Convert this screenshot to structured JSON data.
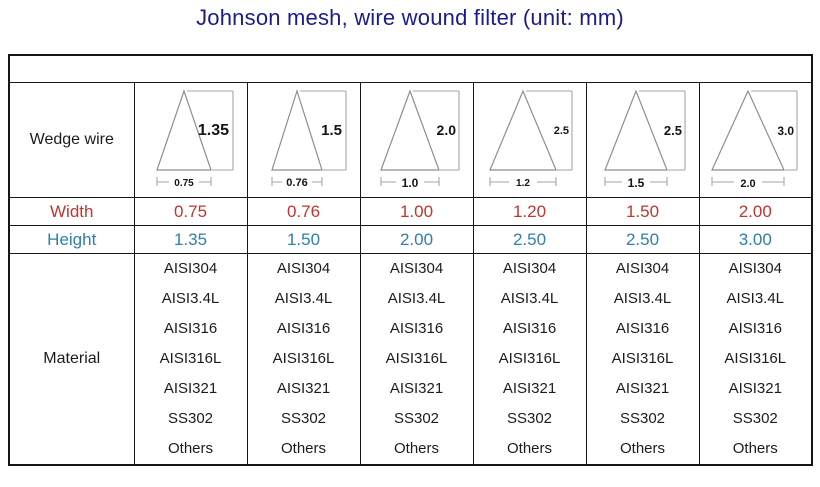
{
  "title": "Johnson mesh, wire wound filter (unit: mm)",
  "colors": {
    "title_navy": "#1b1b8e",
    "width_red": "#c1352f",
    "height_blue": "#2e7fab",
    "table_border": "#161616",
    "diagram_line_gray": "#a6a6a6"
  },
  "table": {
    "row_labels": {
      "wedge": "Wedge wire",
      "width": "Width",
      "height": "Height",
      "material": "Material"
    },
    "width_values": [
      "0.75",
      "0.76",
      "1.00",
      "1.20",
      "1.50",
      "2.00"
    ],
    "height_values": [
      "1.35",
      "1.50",
      "2.00",
      "2.50",
      "2.50",
      "3.00"
    ],
    "diagrams": [
      {
        "height_label": "1.35",
        "width_label": "0.75"
      },
      {
        "height_label": "1.5",
        "width_label": "0.76"
      },
      {
        "height_label": "2.0",
        "width_label": "1.0"
      },
      {
        "height_label": "2.5",
        "width_label": "1.2"
      },
      {
        "height_label": "2.5",
        "width_label": "1.5"
      },
      {
        "height_label": "3.0",
        "width_label": "2.0"
      }
    ],
    "materials": [
      "AISI304",
      "AISI3.4L",
      "AISI316",
      "AISI316L",
      "AISI321",
      "SS302",
      "Others"
    ]
  },
  "chart_data": {
    "type": "table",
    "title": "Johnson mesh, wire wound filter (unit: mm)",
    "row_headers": [
      "Wedge wire",
      "Width",
      "Height",
      "Material"
    ],
    "columns_count": 6,
    "rows": {
      "wedge_wire_profile_height_mm": [
        1.35,
        1.5,
        2.0,
        2.5,
        2.5,
        3.0
      ],
      "wedge_wire_profile_width_mm": [
        0.75,
        0.76,
        1.0,
        1.2,
        1.5,
        2.0
      ],
      "width_mm": [
        0.75,
        0.76,
        1.0,
        1.2,
        1.5,
        2.0
      ],
      "height_mm": [
        1.35,
        1.5,
        2.0,
        2.5,
        2.5,
        3.0
      ],
      "materials_every_column": [
        "AISI304",
        "AISI3.4L",
        "AISI316",
        "AISI316L",
        "AISI321",
        "SS302",
        "Others"
      ]
    }
  }
}
